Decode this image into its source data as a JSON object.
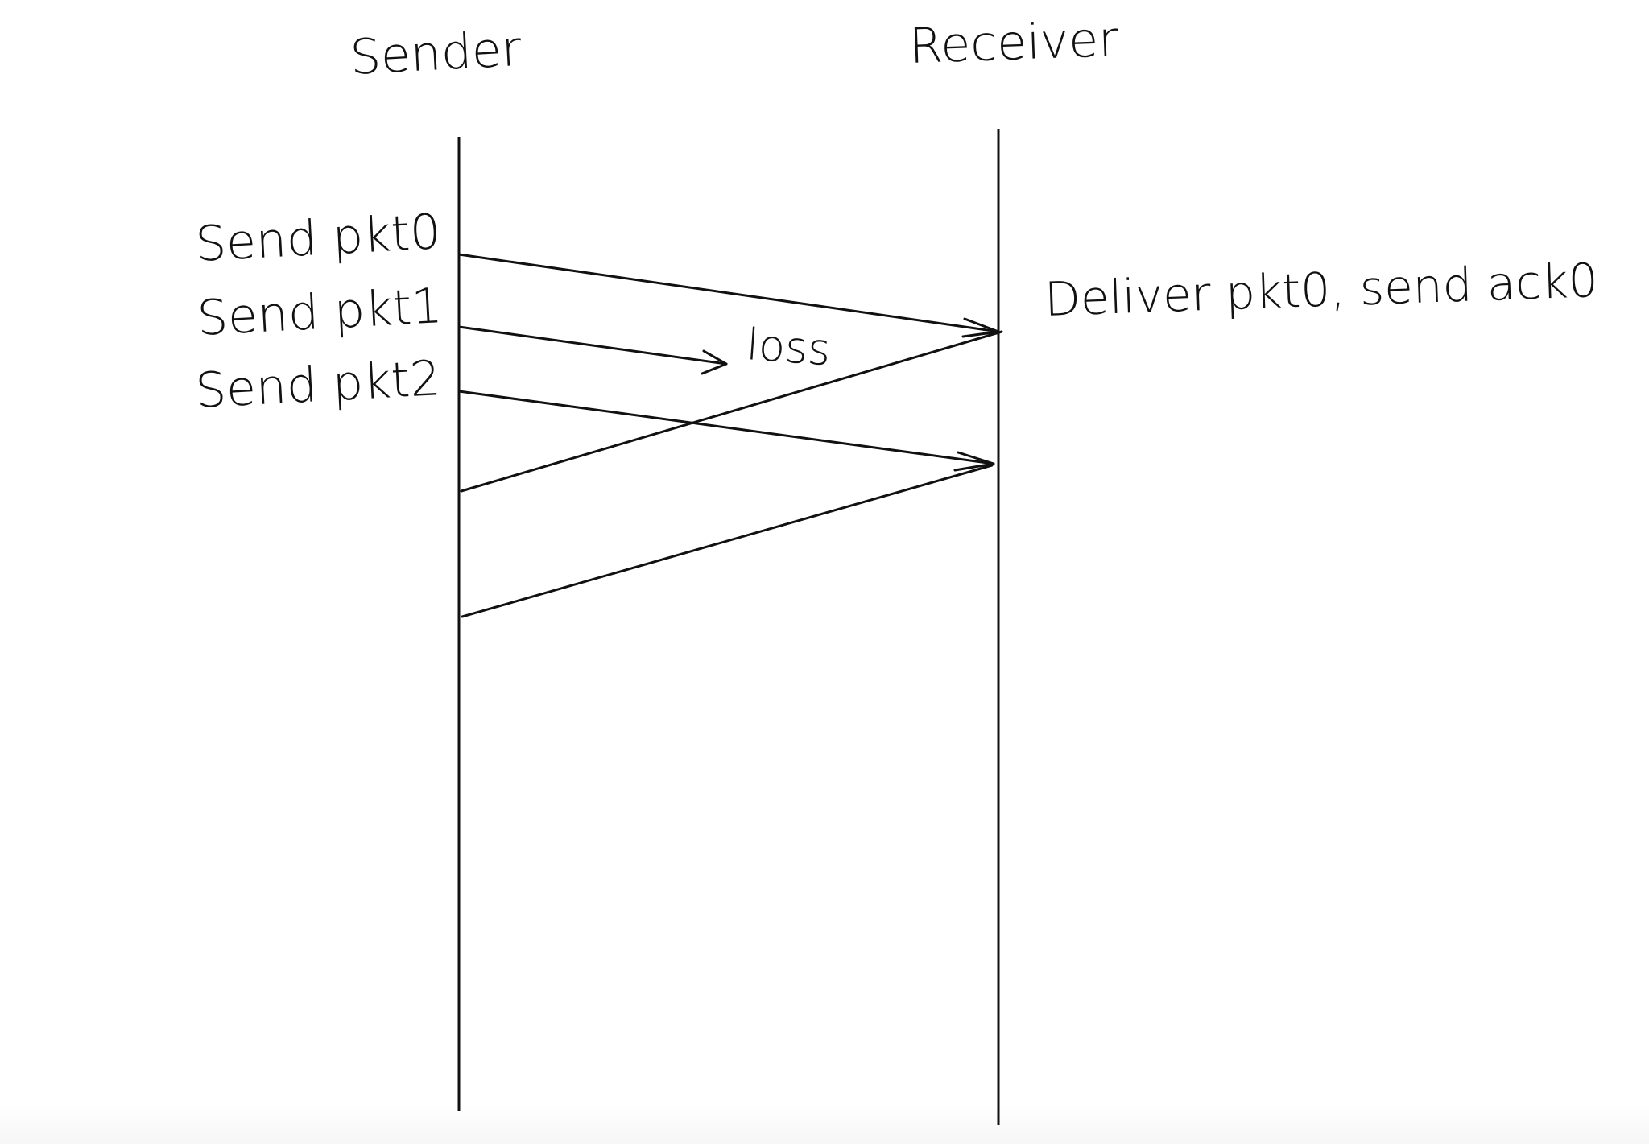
{
  "diagram": {
    "participants": {
      "sender": "Sender",
      "receiver": "Receiver"
    },
    "events": {
      "send_pkt0": "Send pkt0",
      "send_pkt1": "Send pkt1",
      "send_pkt2": "Send pkt2",
      "receiver_action": "Deliver pkt0, send ack0"
    },
    "annotations": {
      "loss": "loss"
    }
  }
}
